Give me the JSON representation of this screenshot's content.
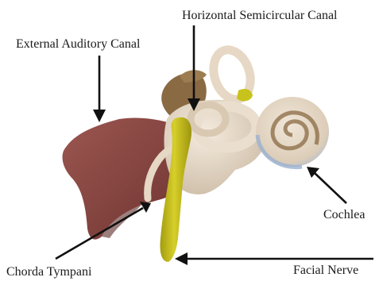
{
  "labels": {
    "hsc": "Horizontal Semicircular Canal",
    "eac": "External Auditory Canal",
    "cochlea": "Cochlea",
    "chorda": "Chorda Tympani",
    "facial": "Facial Nerve"
  },
  "colors": {
    "ear_canal": "#8c4a45",
    "ear_canal_shadow": "#6e3431",
    "bone": "#e9dccb",
    "bone_shadow": "#c9b7a0",
    "ossicle_brown": "#8a6a43",
    "nerve": "#c8c21c",
    "nerve_shadow": "#a39c10",
    "cochlea_blue": "#9ab0d0",
    "arrow": "#111111",
    "background": "#ffffff"
  }
}
